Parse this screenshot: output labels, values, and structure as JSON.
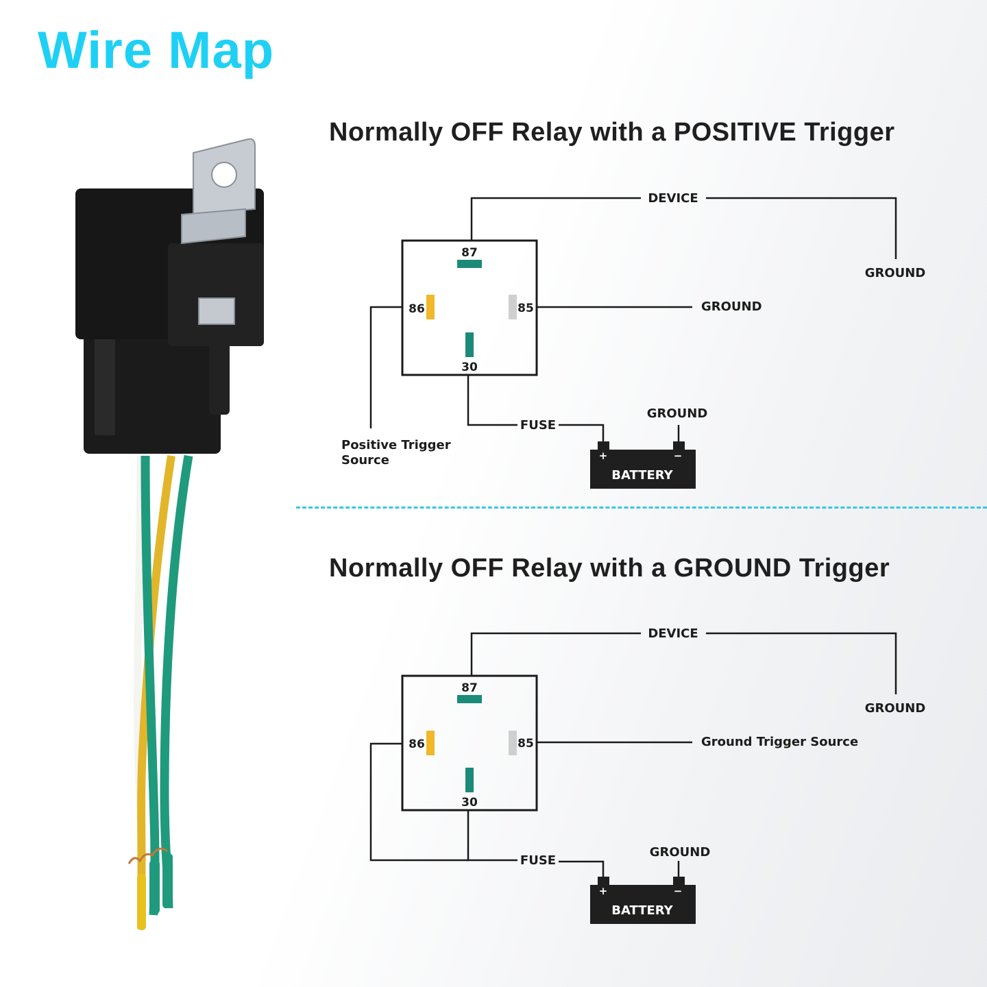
{
  "title": "Wire Map",
  "colors": {
    "title": "#1fd0f5",
    "divider": "#38c6e6",
    "pin87": "#1c8a78",
    "pin30": "#1c8a78",
    "pin86": "#f0b82a",
    "pin85": "#cfcfcf",
    "battery": "#1f1f1f"
  },
  "diagrams": [
    {
      "heading": "Normally OFF Relay with a POSITIVE Trigger",
      "device_label": "DEVICE",
      "device_ground_label": "GROUND",
      "pin85_label": "GROUND",
      "pin86_label_line1": "Positive Trigger",
      "pin86_label_line2": "Source",
      "fuse_label": "FUSE",
      "battery_ground_label": "GROUND",
      "battery_label": "BATTERY",
      "battery_plus": "+",
      "battery_minus": "−",
      "pins": {
        "p87": "87",
        "p86": "86",
        "p85": "85",
        "p30": "30"
      }
    },
    {
      "heading": "Normally OFF Relay with a GROUND Trigger",
      "device_label": "DEVICE",
      "device_ground_label": "GROUND",
      "pin85_label": "Ground Trigger Source",
      "fuse_label": "FUSE",
      "battery_ground_label": "GROUND",
      "battery_label": "BATTERY",
      "battery_plus": "+",
      "battery_minus": "−",
      "pins": {
        "p87": "87",
        "p86": "86",
        "p85": "85",
        "p30": "30"
      }
    }
  ]
}
